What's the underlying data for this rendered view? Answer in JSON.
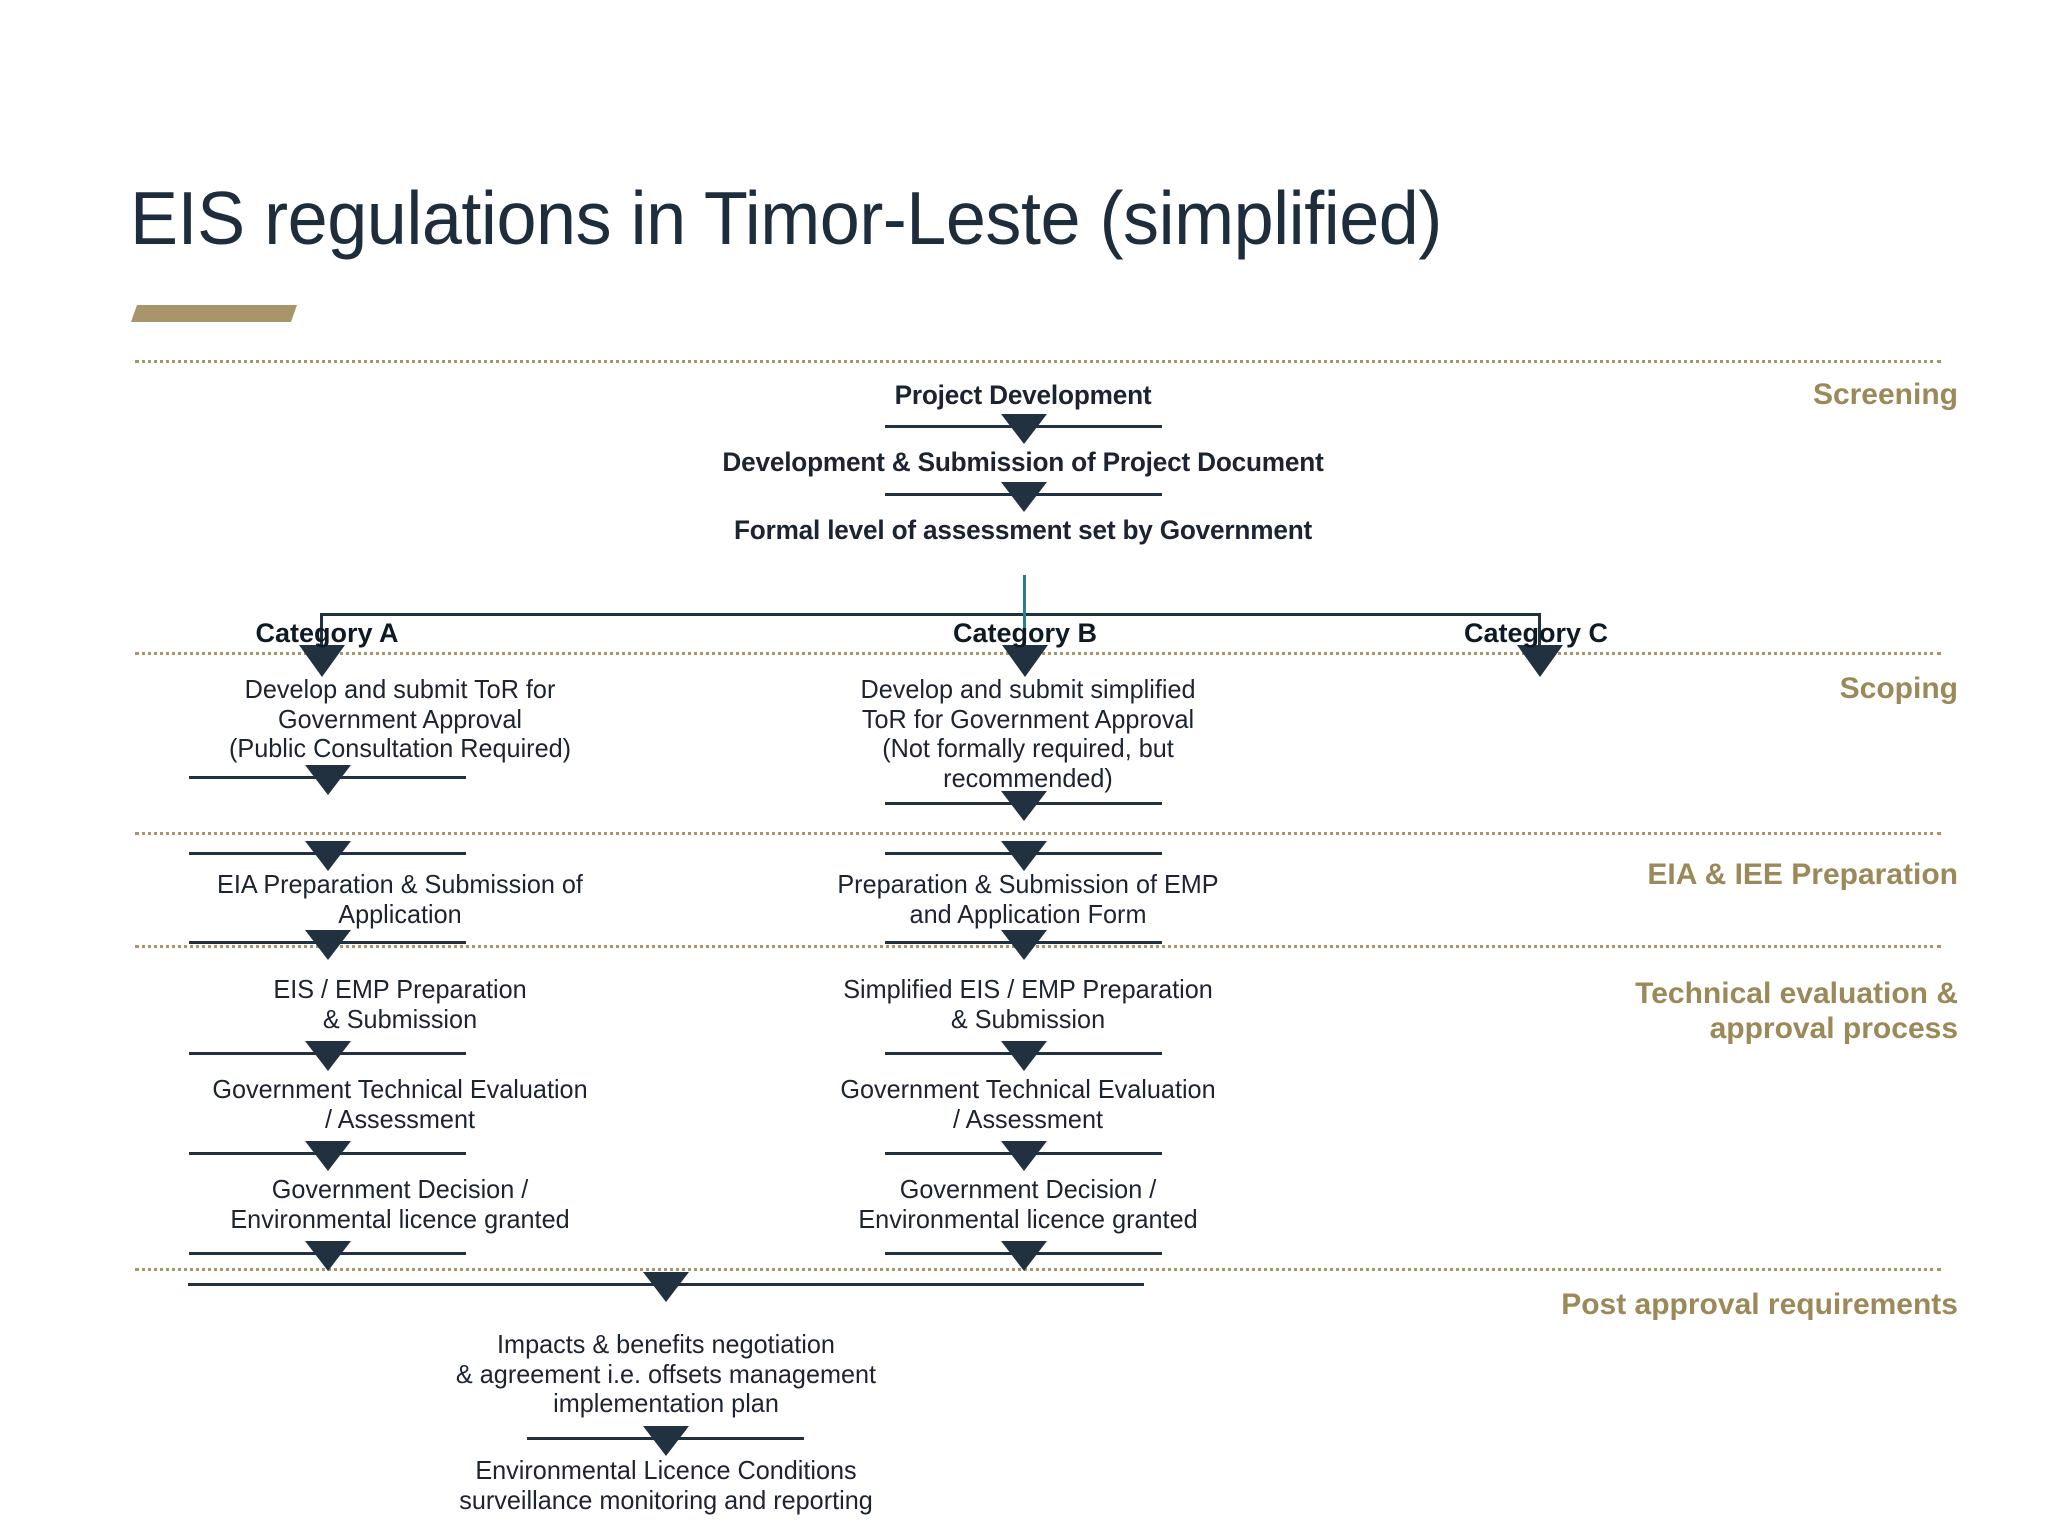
{
  "slide": {
    "title": "EIS regulations in Timor-Leste (simplified)",
    "accent_color": "#a8956a",
    "band_label_color": "#9b8959",
    "flow_line_color": "#22313f",
    "teal_connector_color": "#2b7d92",
    "background": "#ffffff"
  },
  "bands": [
    {
      "label": "Screening"
    },
    {
      "label": "Scoping"
    },
    {
      "label": "EIA & IEE Preparation"
    },
    {
      "label": "Technical evaluation &\napproval process"
    },
    {
      "label": "Post approval requirements"
    }
  ],
  "screening": {
    "step1": "Project Development",
    "step2": "Development & Submission of Project Document",
    "step3": "Formal level of assessment set by Government"
  },
  "categories": {
    "a": "Category A",
    "b": "Category B",
    "c": "Category C"
  },
  "scoping": {
    "category_a": "Develop and submit ToR for\nGovernment Approval\n(Public Consultation Required)",
    "category_b": "Develop and submit simplified\nToR  for  Government Approval\n(Not formally required, but\nrecommended)",
    "category_c": ""
  },
  "preparation": {
    "category_a": "EIA Preparation & Submission of\nApplication",
    "category_b": "Preparation & Submission of EMP\nand Application Form"
  },
  "technical": {
    "category_a_step1": "EIS / EMP Preparation\n& Submission",
    "category_a_step2": "Government Technical Evaluation\n/ Assessment",
    "category_a_step3": "Government Decision /\nEnvironmental licence granted",
    "category_b_step1": "Simplified EIS / EMP Preparation\n& Submission",
    "category_b_step2": "Government Technical Evaluation\n/ Assessment",
    "category_b_step3": "Government Decision /\nEnvironmental licence granted"
  },
  "post_approval": {
    "step1": "Impacts & benefits negotiation\n& agreement i.e. offsets management\nimplementation plan",
    "step2": "Environmental Licence Conditions\nsurveillance monitoring and reporting"
  }
}
